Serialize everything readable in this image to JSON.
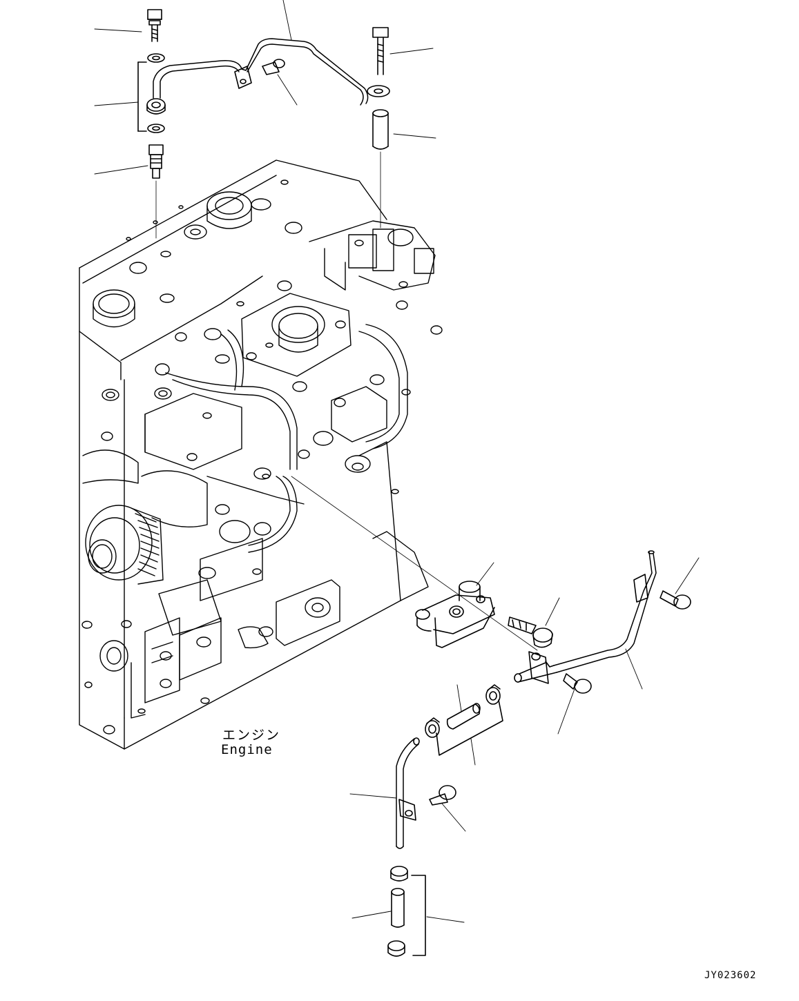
{
  "diagram": {
    "labels": {
      "engine_ja": "エンジン",
      "engine_en": "Engine"
    },
    "drawing_code": "JY023602"
  }
}
